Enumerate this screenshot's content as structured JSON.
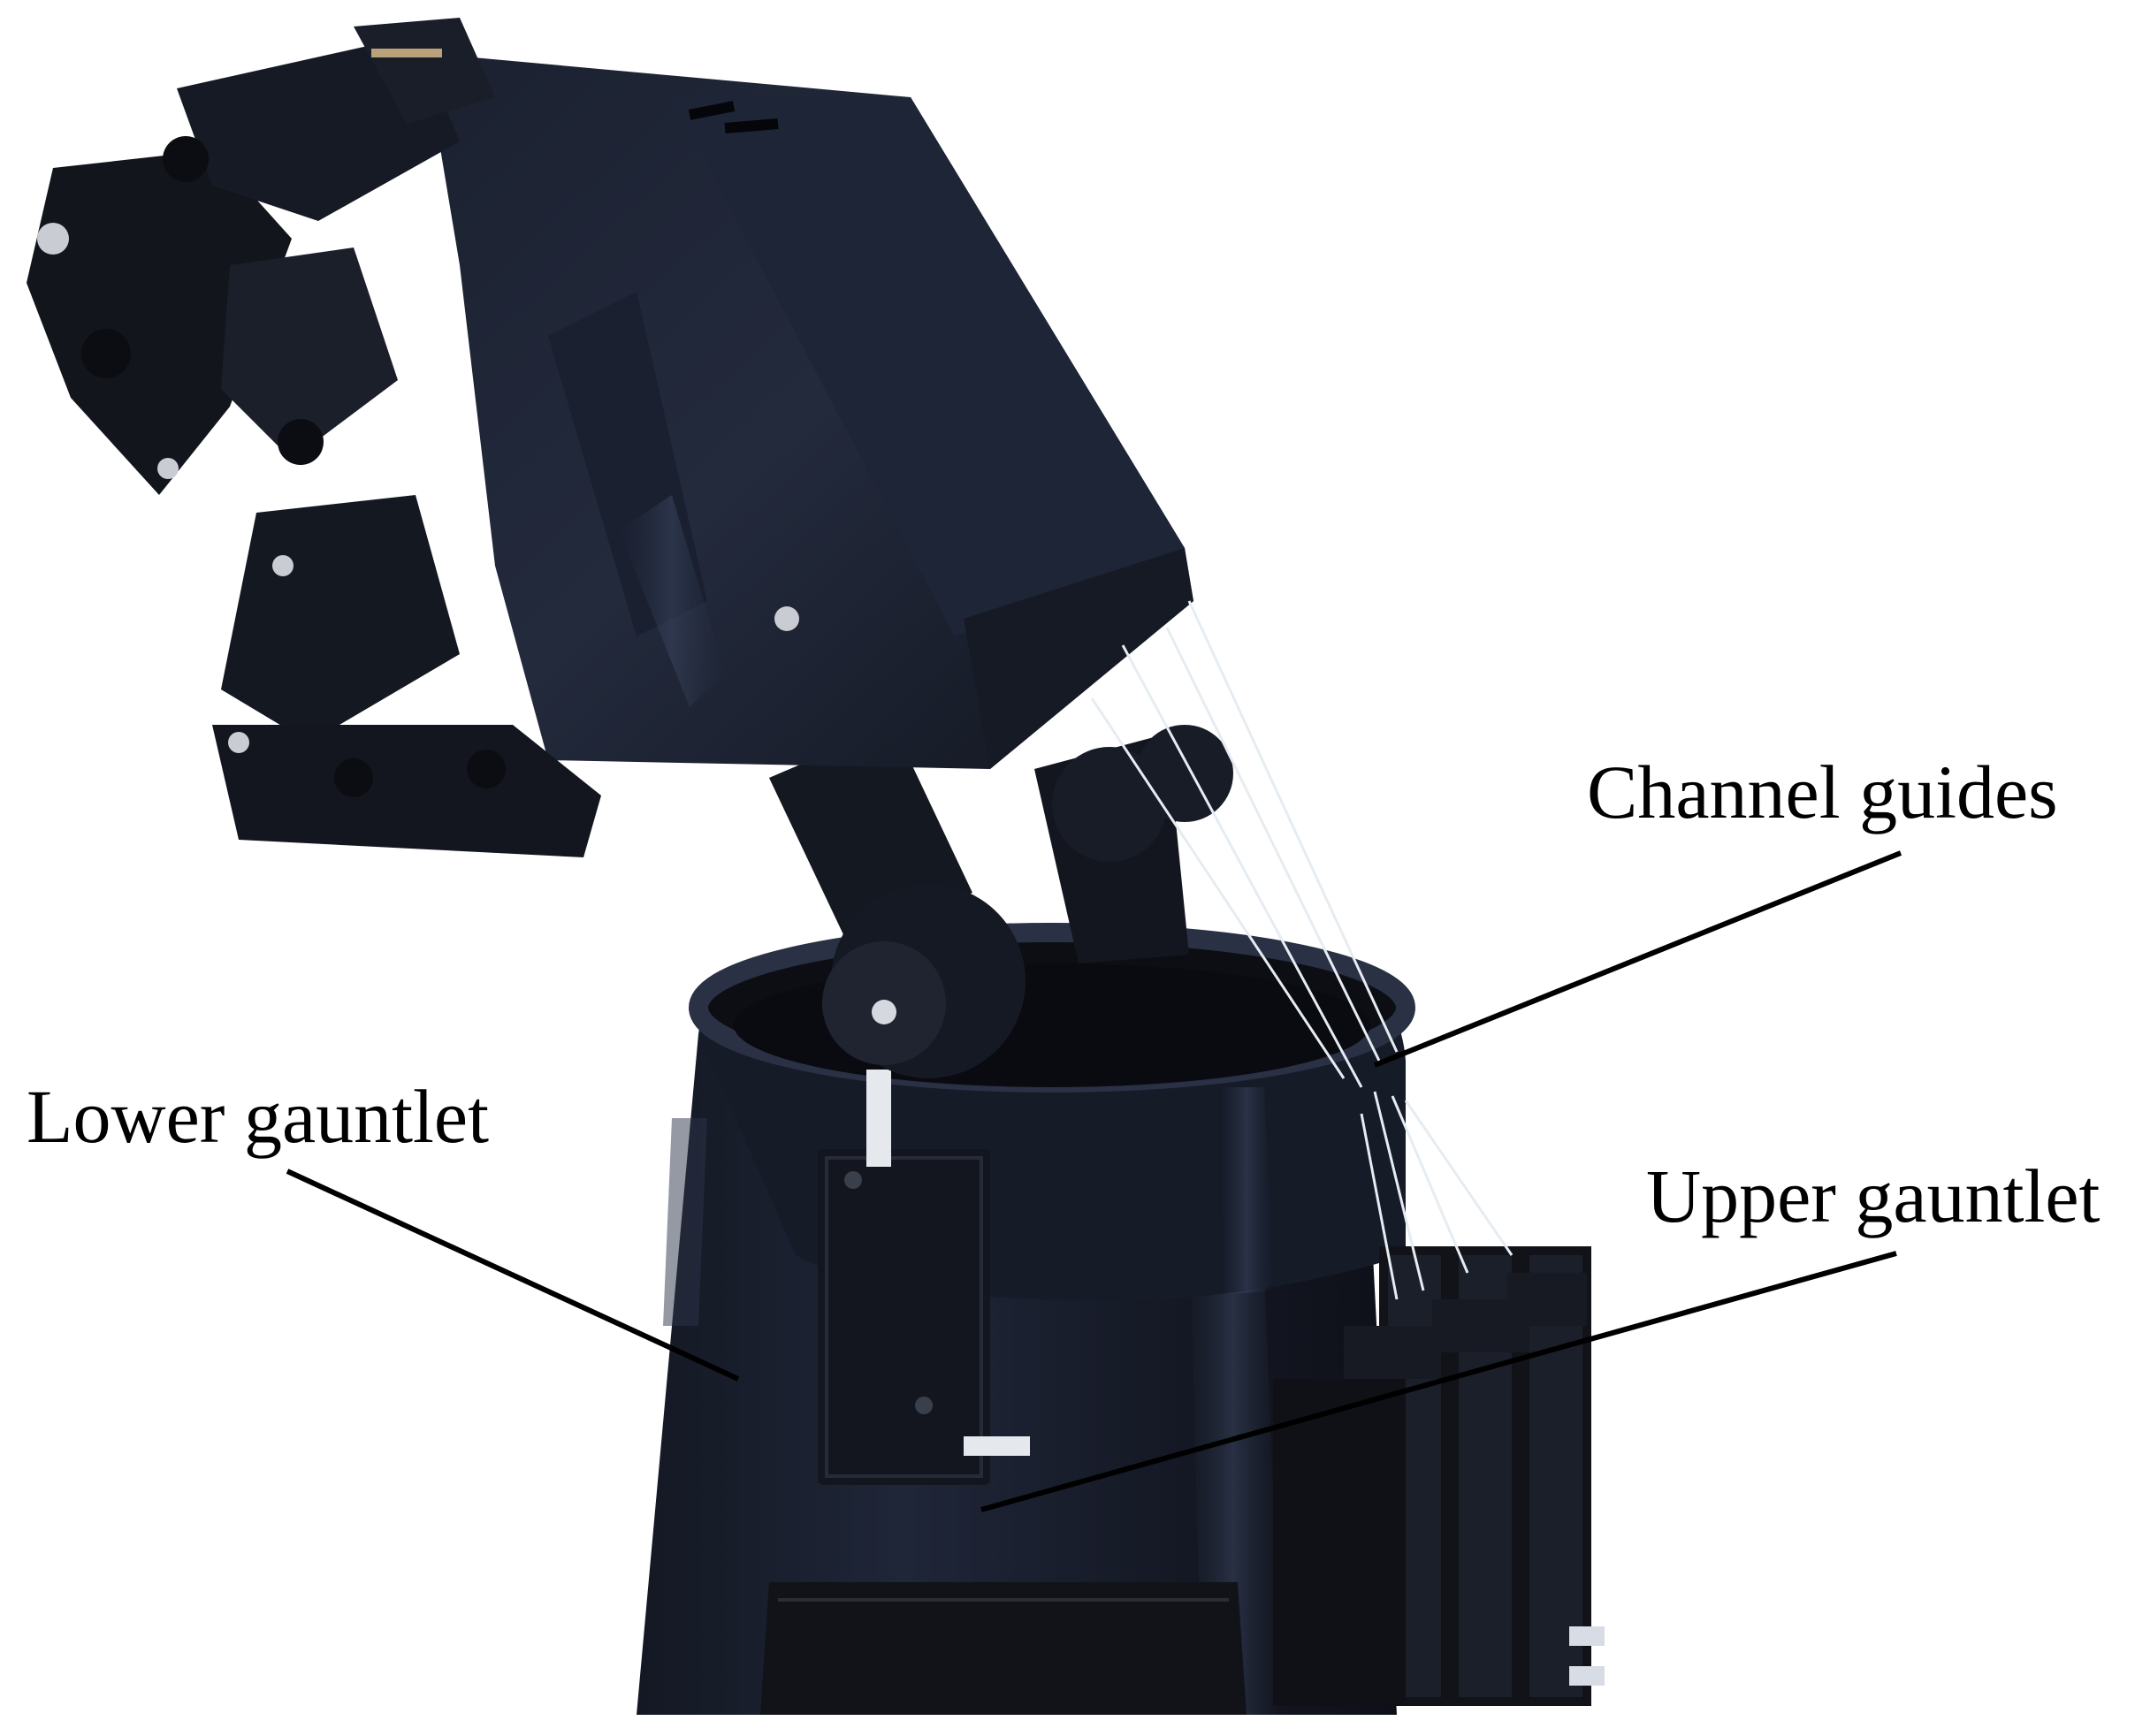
{
  "figure": {
    "labels": {
      "channel_guides": "Channel guides",
      "upper_gauntlet": "Upper gauntlet",
      "lower_gauntlet": "Lower gauntlet"
    },
    "colors": {
      "background": "#ffffff",
      "print_black": "#15171f",
      "print_blue_black": "#1d2436",
      "cord": "#e6edf2",
      "leader_line": "#000000"
    }
  }
}
